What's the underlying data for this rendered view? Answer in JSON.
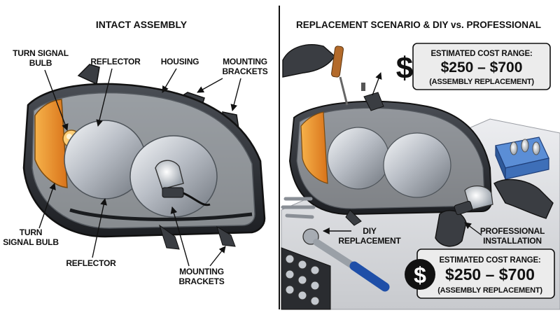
{
  "left_panel": {
    "title": "INTACT ASSEMBLY",
    "labels": {
      "turn_signal_bulb_top": [
        "TURN SIGNAL",
        "BULB"
      ],
      "reflector_top": "REFLECTOR",
      "housing": "HOUSING",
      "mounting_brackets_top": [
        "MOUNTING",
        "BRACKETS"
      ],
      "turn_signal_bulb_bottom": [
        "TURN",
        "SIGNAL BULB"
      ],
      "reflector_bottom": "REFLECTOR",
      "mounting_brackets_bottom": [
        "MOUNTING",
        "BRACKETS"
      ]
    }
  },
  "right_panel": {
    "title": "REPLACEMENT SCENARIO & DIY vs. PROFESSIONAL",
    "cost_box_top": {
      "heading": "ESTIMATED COST RANGE:",
      "range": "$250 – $700",
      "note": "(ASSEMBLY REPLACEMENT)",
      "symbol": "$"
    },
    "cost_box_bottom": {
      "heading": "ESTIMATED COST RANGE:",
      "range": "$250 – $700",
      "note": "(ASSEMBLY REPLACEMENT)",
      "symbol": "$"
    },
    "labels": {
      "diy": [
        "DIY",
        "REPLACEMENT"
      ],
      "professional": [
        "PROFESSIONAL",
        "INSTALLATION"
      ]
    }
  },
  "colors": {
    "amber": "#e8911e",
    "chrome": "#c9ced4",
    "housing": "#2c2f33",
    "glove": "#3a3d42",
    "bench": "#d9dade",
    "blue_handle": "#1f4fa8"
  }
}
